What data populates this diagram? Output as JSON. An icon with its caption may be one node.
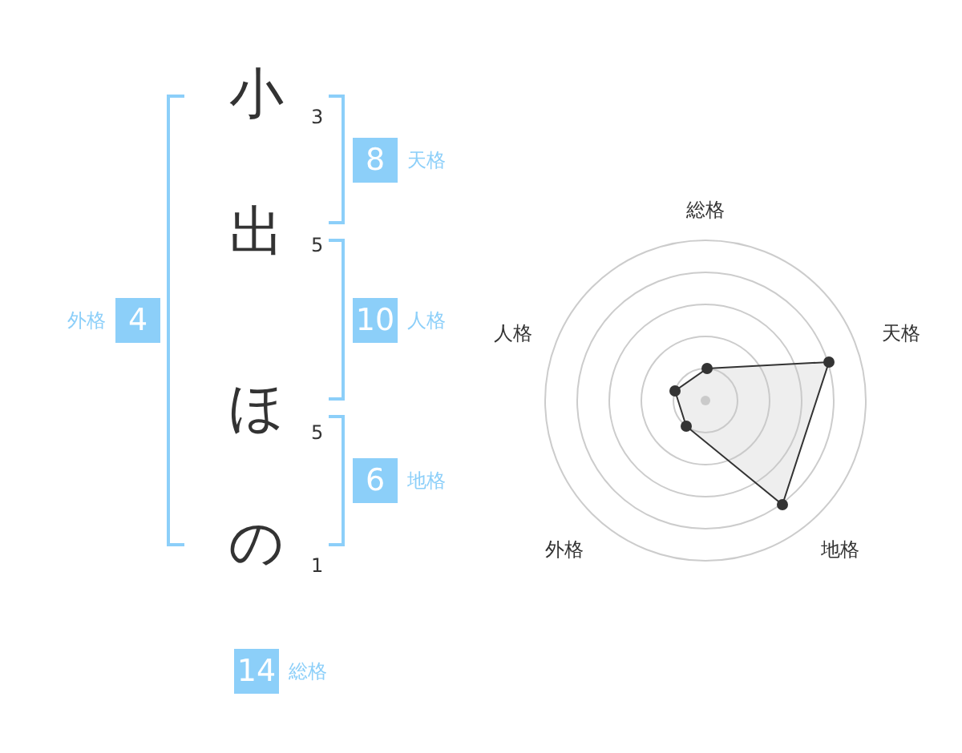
{
  "diagram": {
    "nodes": [
      {
        "text": [
          "8"
        ],
        "beside": [
          "天格"
        ]
      },
      {
        "text": [
          "4"
        ],
        "beside": [
          "外格"
        ]
      },
      {
        "text": [
          "10"
        ],
        "beside": [
          "人格"
        ]
      },
      {
        "text": [
          "6"
        ],
        "beside": [
          "地格"
        ]
      },
      {
        "text": [
          "14"
        ],
        "beside": [
          "総格"
        ]
      }
    ],
    "labels": [
      "小",
      "3",
      "出",
      "5",
      "ほ",
      "5",
      "の",
      "1",
      "総格",
      "人格",
      "天格",
      "外格",
      "地格"
    ]
  }
}
